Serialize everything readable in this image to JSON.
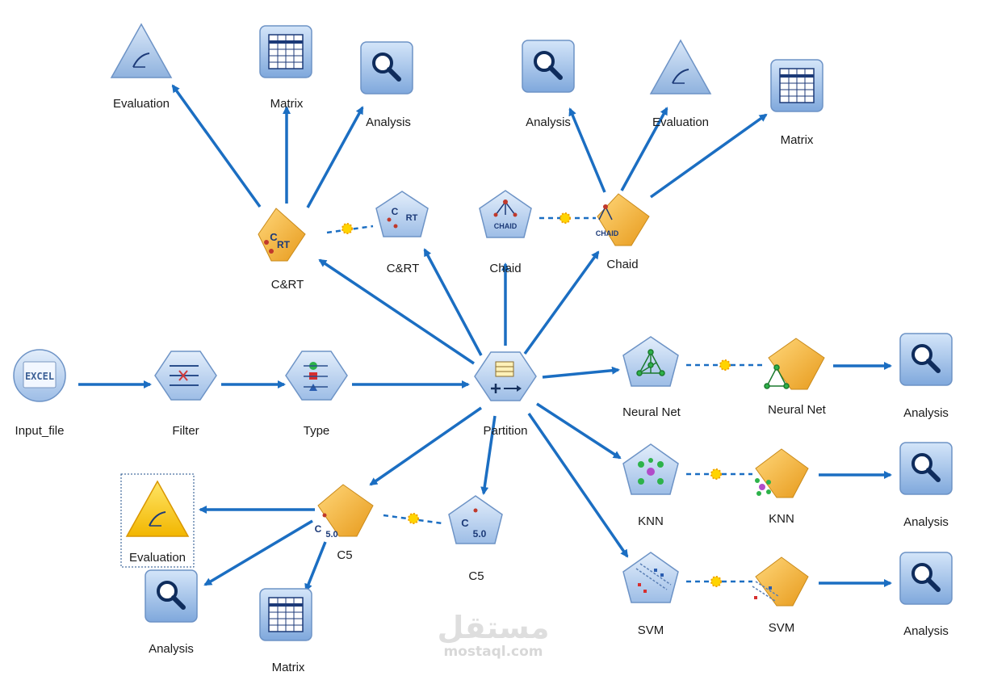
{
  "canvas": {
    "link_color": "#1b6ec2",
    "model_color": "#f0b23a",
    "icon_color": "#a9c6ea",
    "selection_color": "#f6c800"
  },
  "nodes": {
    "input_file": {
      "label": "Input_file",
      "icon": "excel-source-icon",
      "badge": "EXCEL"
    },
    "filter": {
      "label": "Filter",
      "icon": "filter-icon"
    },
    "type": {
      "label": "Type",
      "icon": "type-icon"
    },
    "partition": {
      "label": "Partition",
      "icon": "partition-icon"
    },
    "cart_builder": {
      "label": "C&RT",
      "icon": "cart-model-builder-icon",
      "badge": "RT"
    },
    "cart_nugget": {
      "label": "C&RT",
      "icon": "cart-model-nugget-icon",
      "badge": "RT"
    },
    "chaid_builder": {
      "label": "Chaid",
      "icon": "chaid-model-builder-icon",
      "badge": "CHAID"
    },
    "chaid_nugget": {
      "label": "Chaid",
      "icon": "chaid-model-nugget-icon",
      "badge": "CHAID"
    },
    "nn_builder": {
      "label": "Neural Net",
      "icon": "neural-net-builder-icon"
    },
    "nn_nugget": {
      "label": "Neural Net",
      "icon": "neural-net-nugget-icon"
    },
    "knn_builder": {
      "label": "KNN",
      "icon": "knn-builder-icon"
    },
    "knn_nugget": {
      "label": "KNN",
      "icon": "knn-nugget-icon"
    },
    "svm_builder": {
      "label": "SVM",
      "icon": "svm-builder-icon"
    },
    "svm_nugget": {
      "label": "SVM",
      "icon": "svm-nugget-icon"
    },
    "c5_builder": {
      "label": "C5",
      "icon": "c5-builder-icon",
      "badge": "5.0"
    },
    "c5_nugget": {
      "label": "C5",
      "icon": "c5-nugget-icon",
      "badge": "5.0"
    },
    "cart_eval": {
      "label": "Evaluation",
      "icon": "evaluation-icon"
    },
    "cart_matrix": {
      "label": "Matrix",
      "icon": "matrix-icon"
    },
    "cart_analysis": {
      "label": "Analysis",
      "icon": "analysis-icon"
    },
    "chaid_analysis": {
      "label": "Analysis",
      "icon": "analysis-icon"
    },
    "chaid_eval": {
      "label": "Evaluation",
      "icon": "evaluation-icon"
    },
    "chaid_matrix": {
      "label": "Matrix",
      "icon": "matrix-icon"
    },
    "nn_analysis": {
      "label": "Analysis",
      "icon": "analysis-icon"
    },
    "knn_analysis": {
      "label": "Analysis",
      "icon": "analysis-icon"
    },
    "svm_analysis": {
      "label": "Analysis",
      "icon": "analysis-icon"
    },
    "c5_eval": {
      "label": "Evaluation",
      "icon": "evaluation-icon"
    },
    "c5_analysis": {
      "label": "Analysis",
      "icon": "analysis-icon"
    },
    "c5_matrix": {
      "label": "Matrix",
      "icon": "matrix-icon"
    }
  },
  "watermark": {
    "arabic": "مستقل",
    "latin": "mostaql.com"
  }
}
